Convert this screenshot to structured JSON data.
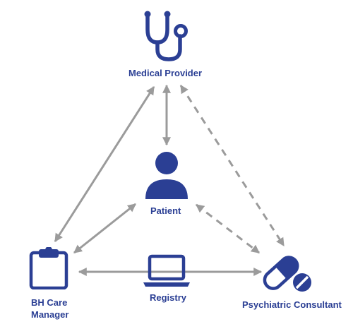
{
  "nodes": {
    "medical_provider": {
      "label": "Medical Provider",
      "icon": "stethoscope-icon"
    },
    "patient": {
      "label": "Patient",
      "icon": "person-icon"
    },
    "bh_care_manager": {
      "label_line1": "BH Care",
      "label_line2": "Manager",
      "icon": "clipboard-icon"
    },
    "registry": {
      "label": "Registry",
      "icon": "laptop-icon"
    },
    "psychiatric_consultant": {
      "label": "Psychiatric Consultant",
      "icon": "pills-icon"
    }
  },
  "connections": [
    {
      "from": "Medical Provider",
      "to": "BH Care Manager",
      "style": "solid",
      "direction": "both"
    },
    {
      "from": "Medical Provider",
      "to": "Patient",
      "style": "solid",
      "direction": "both"
    },
    {
      "from": "Medical Provider",
      "to": "Psychiatric Consultant",
      "style": "dashed",
      "direction": "both"
    },
    {
      "from": "Patient",
      "to": "BH Care Manager",
      "style": "solid",
      "direction": "both"
    },
    {
      "from": "Patient",
      "to": "Psychiatric Consultant",
      "style": "dashed",
      "direction": "both"
    },
    {
      "from": "BH Care Manager",
      "to": "Psychiatric Consultant",
      "style": "solid",
      "direction": "both"
    }
  ],
  "colors": {
    "icon": "#2b3f94",
    "label": "#2b3f94",
    "arrow": "#9b9b9b"
  }
}
